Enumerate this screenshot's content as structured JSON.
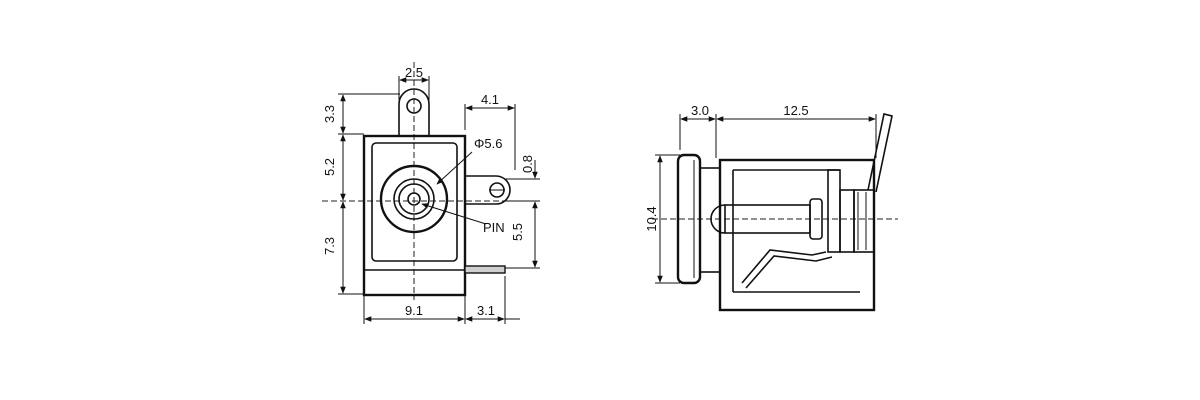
{
  "front_view": {
    "dim_tab_width": "2.5",
    "dim_tab_height": "3.3",
    "dim_upper_body": "5.2",
    "dim_lower_body": "7.3",
    "dim_body_width": "9.1",
    "dim_pin_offset": "3.1",
    "dim_side_tab": "4.1",
    "dim_hole_diameter": "Φ5.6",
    "dim_pin_gap": "0.8",
    "dim_pin_drop": "5.5",
    "pin_label": "PIN"
  },
  "side_view": {
    "dim_flange": "3.0",
    "dim_body_length": "12.5",
    "dim_height": "10.4"
  },
  "colors": {
    "line": "#111111",
    "fill": "#ffffff",
    "shade": "#cfcfcf"
  }
}
